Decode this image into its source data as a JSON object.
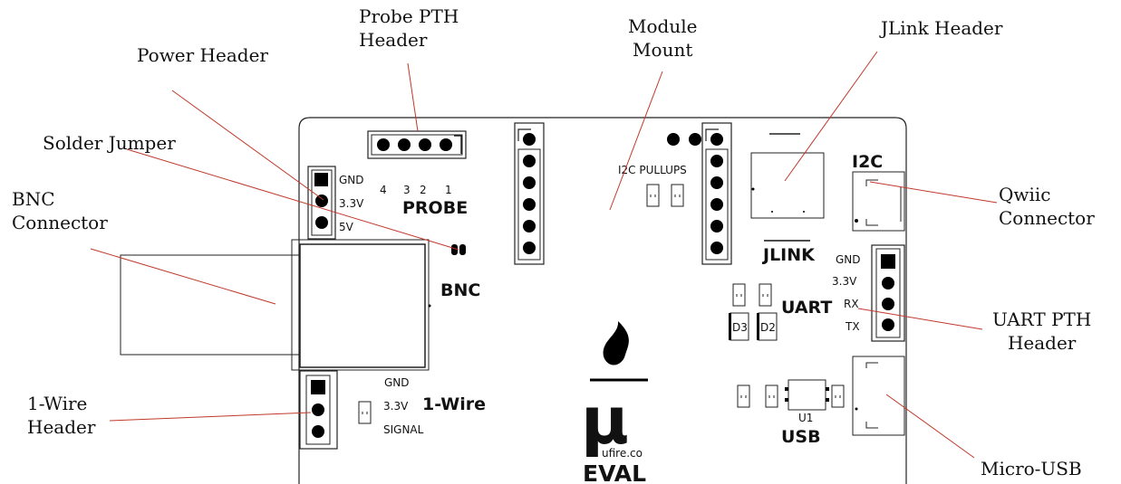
{
  "callouts": {
    "probe_pth": [
      "Probe PTH",
      "Header"
    ],
    "module_mount": [
      "Module",
      "Mount"
    ],
    "jlink_header": "JLink Header",
    "power_header": "Power Header",
    "solder_jumper": "Solder Jumper",
    "bnc": [
      "BNC",
      "Connector"
    ],
    "qwiic": [
      "Qwiic",
      "Connector"
    ],
    "uart_pth": [
      "UART PTH",
      "Header"
    ],
    "onewire_header": [
      "1-Wire",
      "Header"
    ],
    "micro_usb": "Micro-USB"
  },
  "silkscreen": {
    "power_pins": [
      "GND",
      "3.3V",
      "5V"
    ],
    "probe_pins": [
      "4",
      "3",
      "2",
      "1"
    ],
    "probe": "PROBE",
    "i2c_pullups": "I2C  PULLUPS",
    "i2c": "I2C",
    "jlink": "JLINK",
    "bnc": "BNC",
    "uart": "UART",
    "uart_pins": [
      "GND",
      "3.3V",
      "RX",
      "TX"
    ],
    "d3": "D3",
    "d2": "D2",
    "onewire_pins": [
      "GND",
      "3.3V",
      "SIGNAL"
    ],
    "onewire": "1-Wire",
    "u1": "U1",
    "usb": "USB",
    "logo_mu": "µ",
    "logo_site": "ufire.co",
    "eval": "EVAL"
  }
}
